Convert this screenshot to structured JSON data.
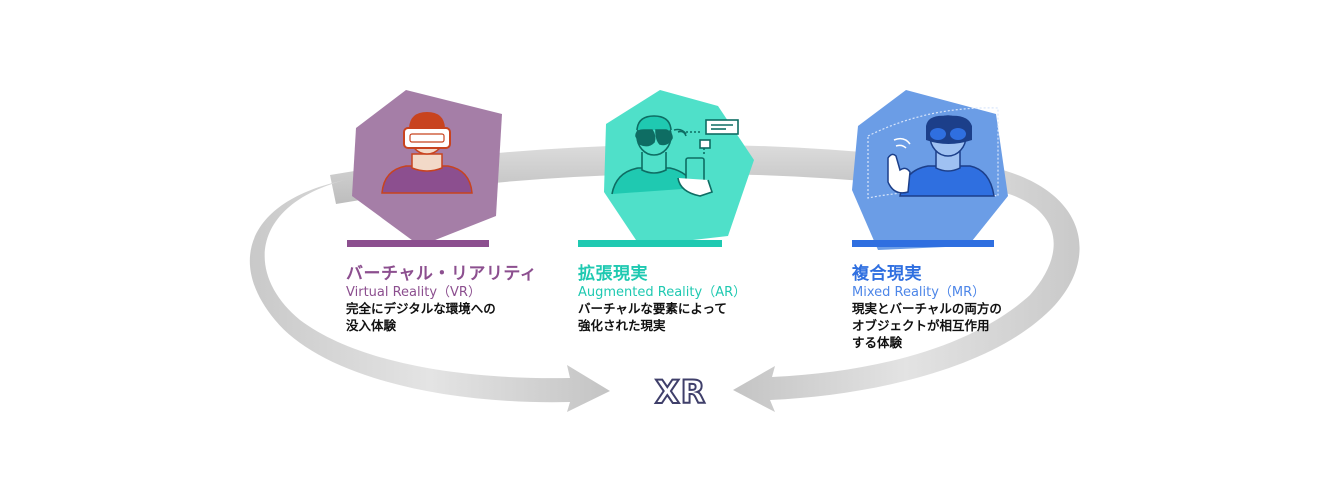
{
  "colors": {
    "vr": "#8c4f8f",
    "vr_bg": "#a57ea7",
    "ar": "#1fc9b1",
    "ar_bg": "#4fe0c9",
    "mr": "#2f6fe0",
    "mr_bg": "#6b9de6",
    "arrow": "#d7d7d7"
  },
  "center_label": "XR",
  "cards": [
    {
      "id": "vr",
      "title": "バーチャル・リアリティ",
      "subtitle": "Virtual Reality（VR）",
      "description_lines": [
        "完全にデジタルな環境への",
        "没入体験"
      ],
      "icon": "vr-headset-person-icon"
    },
    {
      "id": "ar",
      "title": "拡張現実",
      "subtitle": "Augmented Reality（AR）",
      "description_lines": [
        "バーチャルな要素によって",
        "強化された現実"
      ],
      "icon": "ar-glasses-phone-person-icon"
    },
    {
      "id": "mr",
      "title": "複合現実",
      "subtitle": "Mixed Reality（MR）",
      "description_lines": [
        "現実とバーチャルの両方の",
        "オブジェクトが相互作用",
        "する体験"
      ],
      "icon": "mr-headset-gesture-person-icon"
    }
  ]
}
